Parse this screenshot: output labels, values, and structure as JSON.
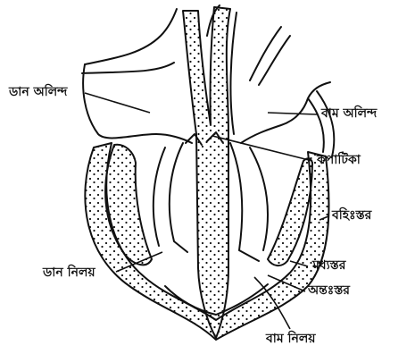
{
  "labels": {
    "right_atrium": "ডান অলিন্দ",
    "left_atrium": "বাম অলিন্দ",
    "valve": "কপাটিকা",
    "epicardium": "বহিঃস্তর",
    "myocardium": "মধ্যস্তর",
    "endocardium": "অন্তঃস্তর",
    "right_ventricle": "ডান নিলয়",
    "left_ventricle": "বাম নিলয়"
  },
  "colors": {
    "ink": "#111111",
    "background": "#ffffff"
  }
}
